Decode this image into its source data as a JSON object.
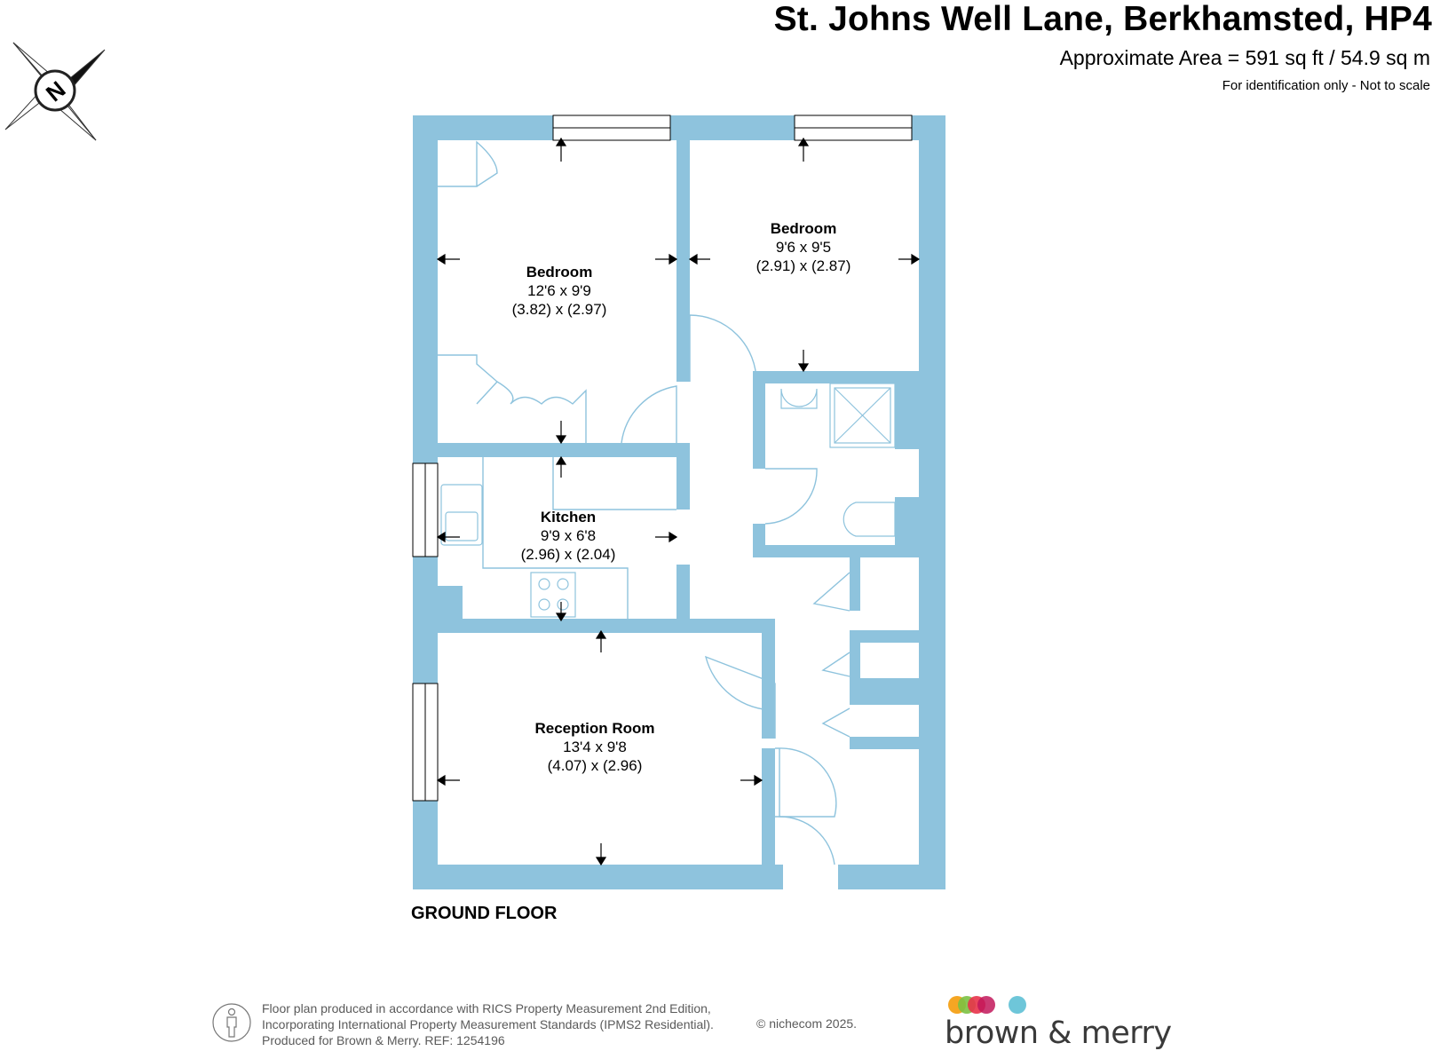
{
  "header": {
    "title": "St. Johns Well Lane, Berkhamsted, HP4",
    "area": "Approximate Area = 591 sq ft / 54.9 sq m",
    "note": "For identification only - Not to scale"
  },
  "compass": {
    "letter": "N"
  },
  "rooms": [
    {
      "name": "Bedroom",
      "imperial": "12'6 x 9'9",
      "metric": "(3.82) x (2.97)"
    },
    {
      "name": "Bedroom",
      "imperial": "9'6 x 9'5",
      "metric": "(2.91) x (2.87)"
    },
    {
      "name": "Kitchen",
      "imperial": "9'9 x 6'8",
      "metric": "(2.96) x (2.04)"
    },
    {
      "name": "Reception Room",
      "imperial": "13'4 x 9'8",
      "metric": "(4.07) x (2.96)"
    }
  ],
  "floor_label": "GROUND FLOOR",
  "footer": {
    "line1": "Floor plan produced in accordance with RICS Property Measurement 2nd Edition,",
    "line2": "Incorporating International Property Measurement Standards (IPMS2 Residential).",
    "line3": "Produced for Brown & Merry.   REF: 1254196",
    "copyright": "© nichecom 2025."
  },
  "brand": {
    "name": "brown & merry",
    "dot_colors": [
      "#f5a623",
      "#7cc142",
      "#e8334a",
      "#c2185b",
      "#6ec6d9"
    ]
  },
  "colors": {
    "wall": "#8ec3dd",
    "line": "#8ec3dd"
  }
}
